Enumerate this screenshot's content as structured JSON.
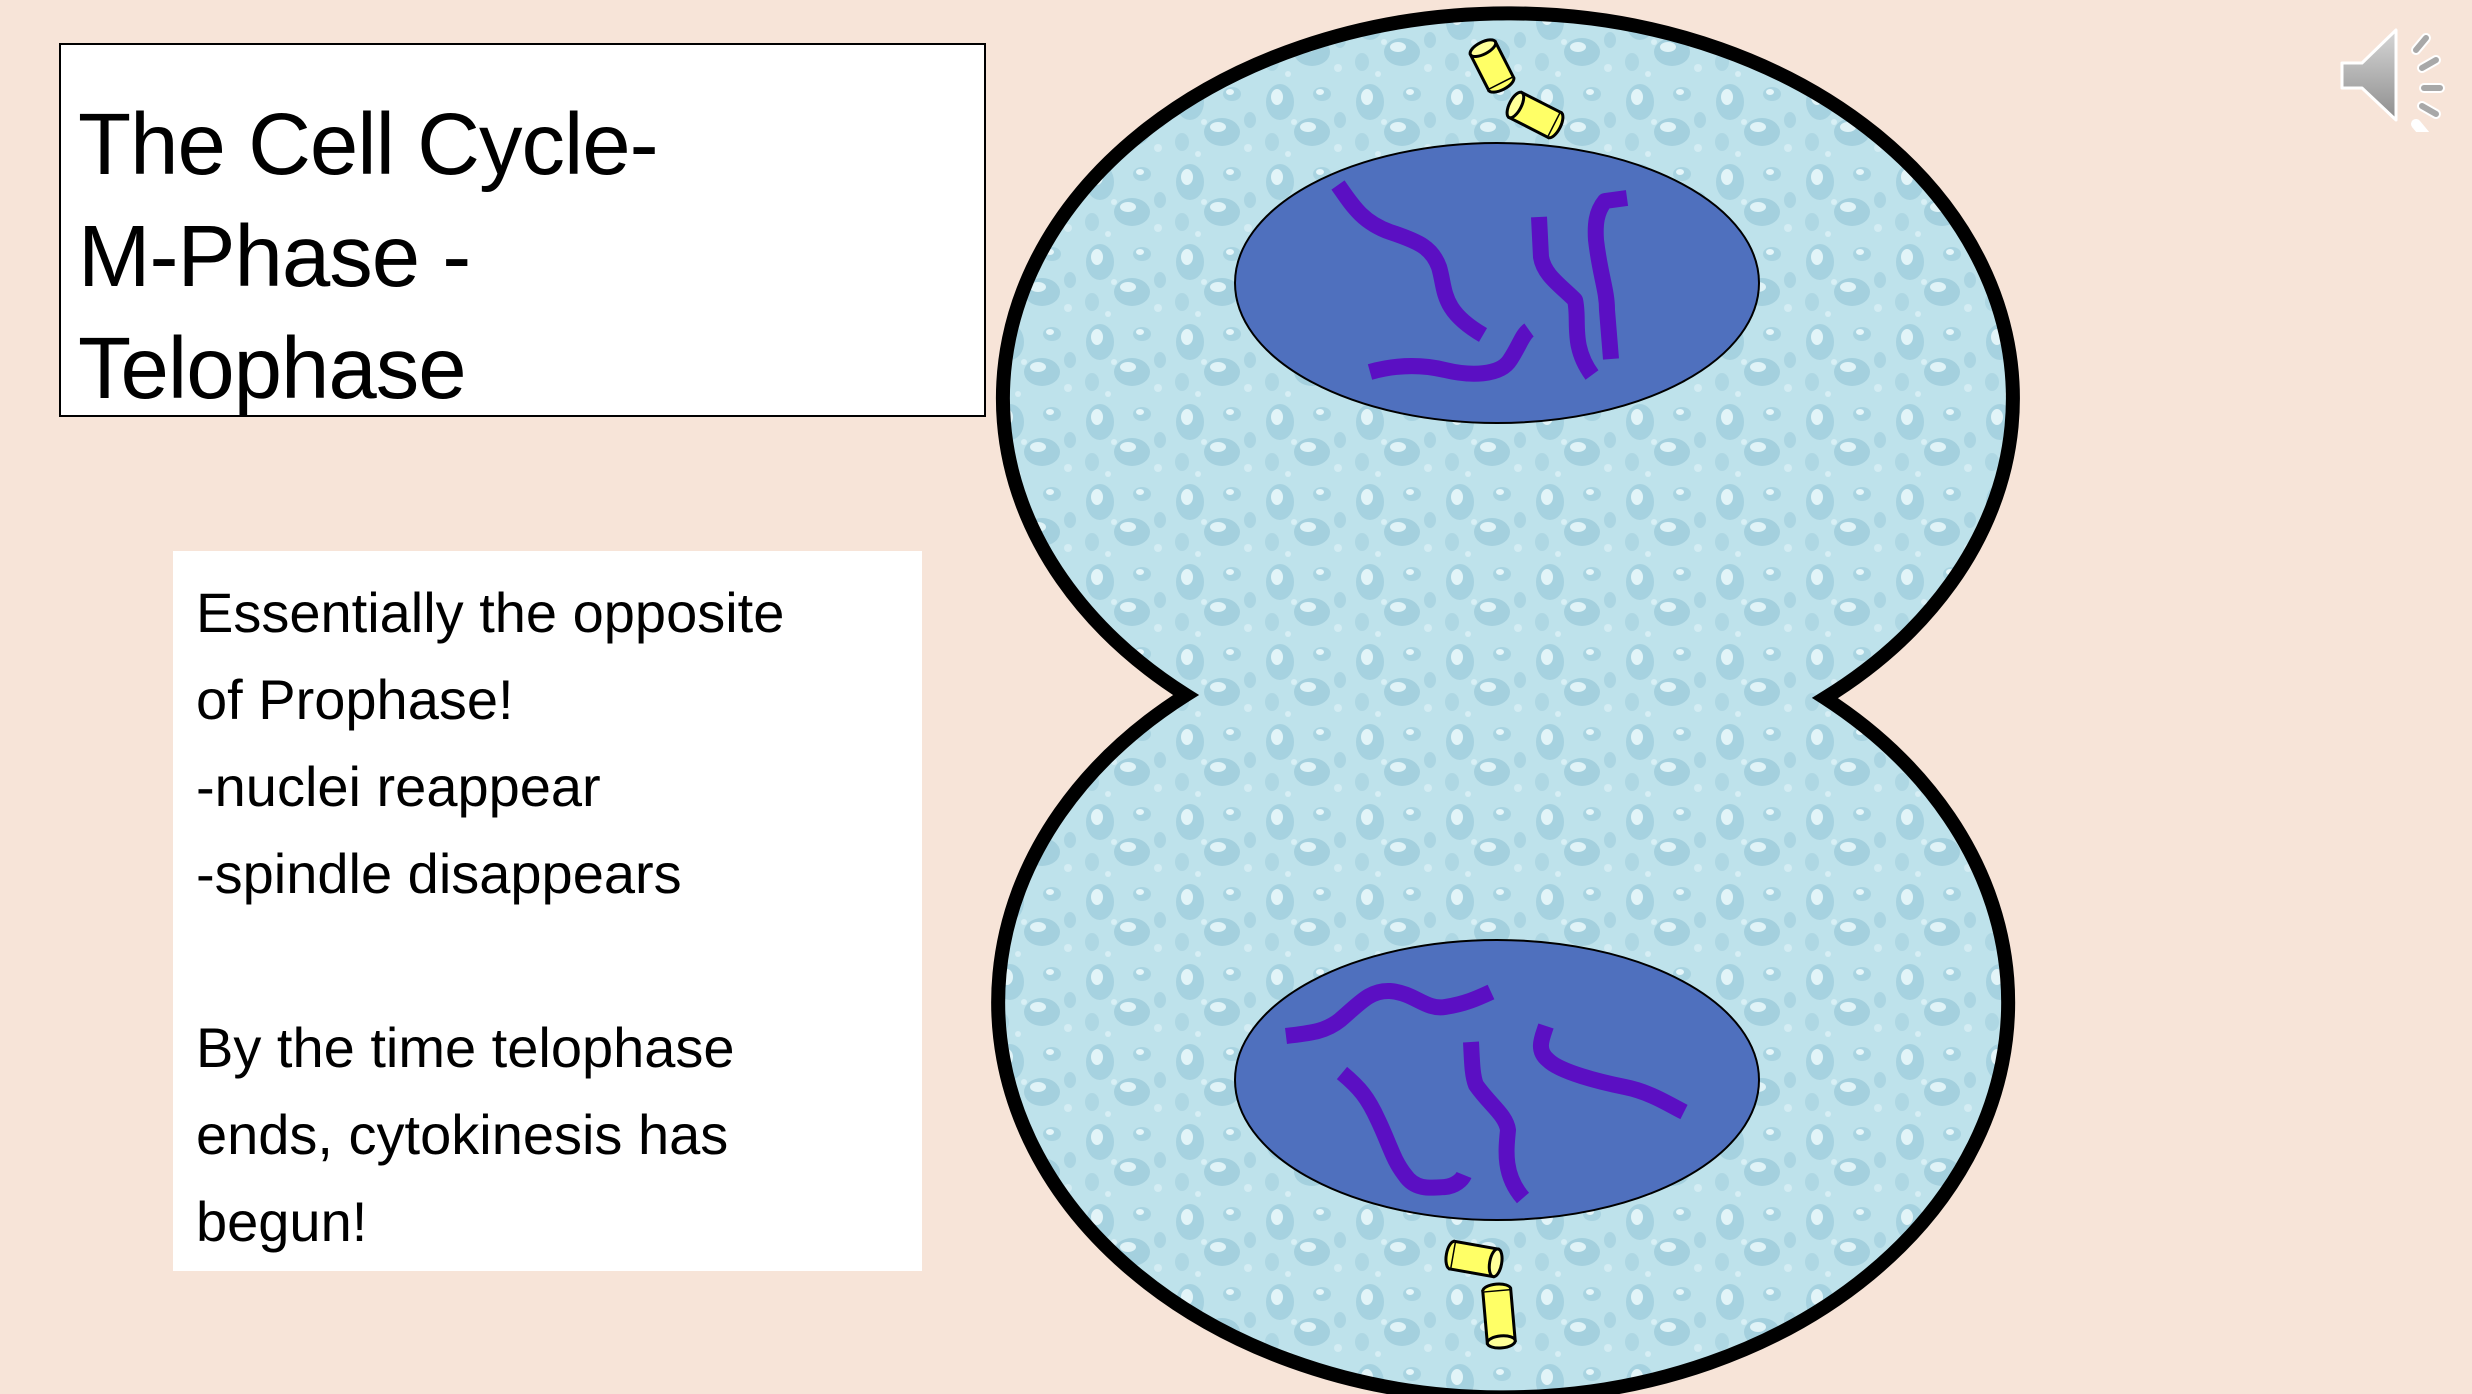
{
  "slide": {
    "background_color": "#F7E4D8",
    "title": {
      "lines": [
        "The Cell Cycle-",
        "M-Phase -",
        "Telophase"
      ]
    },
    "body": {
      "lines": [
        "Essentially the opposite",
        "of Prophase!",
        "-nuclei reappear",
        "-spindle disappears",
        "",
        "By the time telophase",
        "ends, cytokinesis has",
        "begun!"
      ]
    },
    "diagram": {
      "subject": "dividing cell in telophase",
      "cytoplasm_color": "#BFE3EC",
      "membrane_color": "#000000",
      "nucleus_color": "#4F70BE",
      "chromosome_color": "#5B0FC3",
      "centriole_color": "#FFFF66",
      "nuclei_count": 2,
      "centriole_pairs": 2
    },
    "audio": {
      "icon": "speaker-icon"
    }
  }
}
